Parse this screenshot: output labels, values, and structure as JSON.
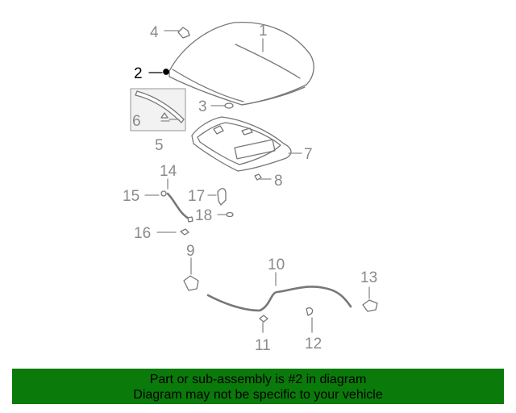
{
  "callouts": {
    "c1": "1",
    "c2": "2",
    "c3": "3",
    "c4": "4",
    "c5": "5",
    "c6": "6",
    "c7": "7",
    "c8": "8",
    "c9": "9",
    "c10": "10",
    "c11": "11",
    "c12": "12",
    "c13": "13",
    "c14": "14",
    "c15": "15",
    "c16": "16",
    "c17": "17",
    "c18": "18"
  },
  "highlighted_part": "2",
  "banner": {
    "line1": "Part or sub-assembly is #2 in diagram",
    "line2": "Diagram may not be specific to your vehicle"
  },
  "colors": {
    "banner_bg": "#0a7a0a",
    "callout_gray": "#8a8a8a",
    "callout_active": "#000000"
  }
}
